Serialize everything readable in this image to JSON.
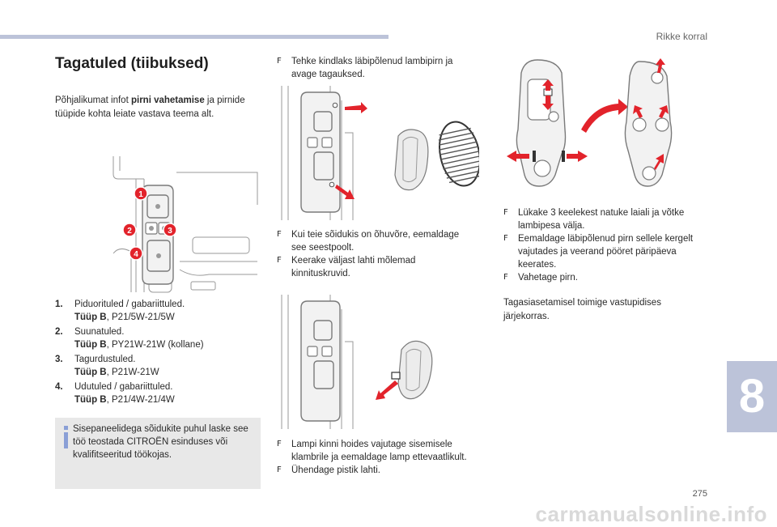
{
  "header": {
    "section": "Rikke korral"
  },
  "title": "Tagatuled (tiibuksed)",
  "intro": {
    "prefix": "Põhjalikumat infot ",
    "bold": "pirni vahetamise",
    "suffix": " ja pirnide tüüpide kohta leiate vastava teema alt."
  },
  "figure_labels": [
    "1",
    "2",
    "3",
    "4"
  ],
  "bulbs": [
    {
      "num": "1.",
      "name": "Piduorituled / gabariittuled.",
      "type_label": "Tüüp B",
      "type_value": ", P21/5W-21/5W"
    },
    {
      "num": "2.",
      "name": "Suunatuled.",
      "type_label": "Tüüp B",
      "type_value": ", PY21W-21W (kollane)"
    },
    {
      "num": "3.",
      "name": "Tagurdustuled.",
      "type_label": "Tüüp B",
      "type_value": ", P21W-21W"
    },
    {
      "num": "4.",
      "name": "Udutuled / gabariittuled.",
      "type_label": "Tüüp B",
      "type_value": ", P21/4W-21/4W"
    }
  ],
  "info_note": "Sisepaneelidega sõidukite puhul laske see töö teostada CITROËN esinduses või kvalifitseeritud töökojas.",
  "steps_col2_a": [
    "Tehke kindlaks läbipõlenud lambipirn ja avage tagauksed."
  ],
  "steps_col2_b": [
    "Kui teie sõidukis on õhuvõre, eemaldage see seestpoolt.",
    "Keerake väljast lahti mõlemad kinnituskruvid."
  ],
  "steps_col2_c": [
    "Lampi kinni hoides vajutage sisemisele klambrile ja eemaldage lamp ettevaatlikult.",
    "Ühendage pistik lahti."
  ],
  "steps_col3": [
    "Lükake 3 keelekest natuke laiali ja võtke lambipesa välja.",
    "Eemaldage läbipõlenud pirn sellele kergelt vajutades ja veerand pööret päripäeva keerates.",
    "Vahetage pirn."
  ],
  "reinstall_note": "Tagasiasetamisel toimige vastupidises järjekorras.",
  "bullet_mark": "F",
  "chapter_number": "8",
  "page_number": "275",
  "watermark": "carmanualsonline.info",
  "colors": {
    "accent_red": "#e2232b",
    "tab_blue": "#bcc3d9",
    "info_bar": "#8a9fd6"
  }
}
